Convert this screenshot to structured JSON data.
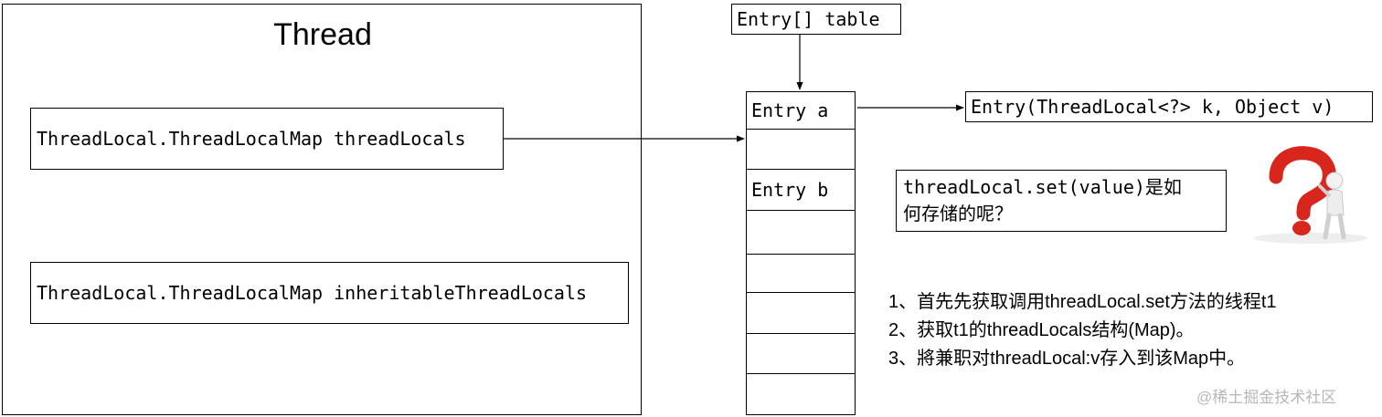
{
  "thread": {
    "title": "Thread",
    "fields": [
      "ThreadLocal.ThreadLocalMap threadLocals",
      "ThreadLocal.ThreadLocalMap inheritableThreadLocals"
    ]
  },
  "table": {
    "label": "Entry[] table",
    "cells": [
      "Entry a",
      "",
      "Entry b",
      "",
      "",
      "",
      "",
      ""
    ]
  },
  "entry_definition": "Entry(ThreadLocal<?> k, Object v)",
  "question": {
    "line1": "threadLocal.set(value)是如",
    "line2": "何存储的呢？"
  },
  "steps": [
    "1、首先先获取调用threadLocal.set方法的线程t1",
    "2、获取t1的threadLocals结构(Map)。",
    "3、將兼职对threadLocal:v存入到该Map中。"
  ],
  "question_mark_icon": "question-mark-figure-icon",
  "colors": {
    "question_mark": "#d9261c",
    "figure": "#e9e9e9",
    "watermark": "#b7b7b7"
  },
  "watermark": "@稀土掘金技术社区"
}
